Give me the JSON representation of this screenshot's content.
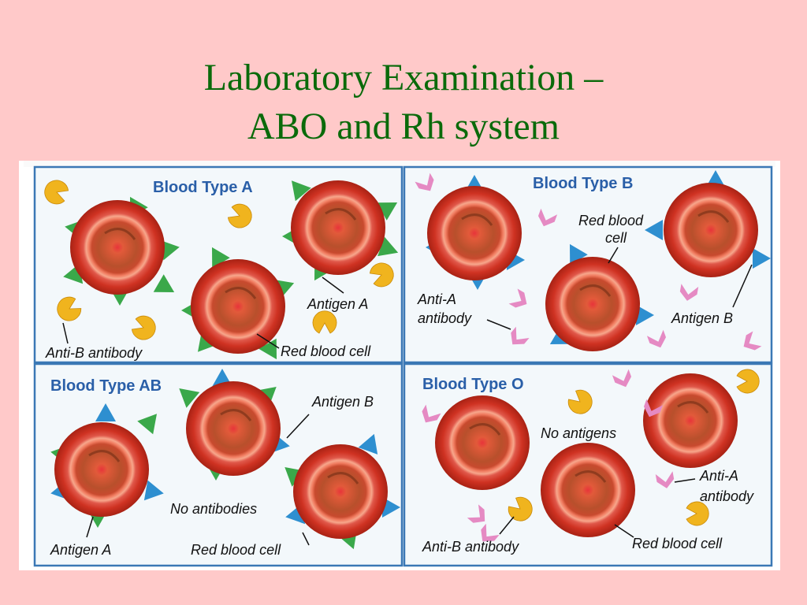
{
  "slide": {
    "title_line1": "Laboratory Examination –",
    "title_line2": "ABO and Rh system"
  },
  "panels": {
    "a": {
      "title": "Blood Type A",
      "antigen_label": "Antigen A",
      "rbc_label": "Red blood cell",
      "antibody_label": "Anti-B antibody"
    },
    "b": {
      "title": "Blood Type B",
      "rbc_label_1": "Red blood",
      "rbc_label_2": "cell",
      "antibody_label_1": "Anti-A",
      "antibody_label_2": "antibody",
      "antigen_label": "Antigen B"
    },
    "ab": {
      "title": "Blood Type AB",
      "antigen_b_label": "Antigen B",
      "no_antibodies_label": "No antibodies",
      "antigen_a_label": "Antigen A",
      "rbc_label": "Red blood cell"
    },
    "o": {
      "title": "Blood Type O",
      "no_antigens_label": "No antigens",
      "antibody_a_label_1": "Anti-A",
      "antibody_a_label_2": "antibody",
      "antibody_b_label": "Anti-B antibody",
      "rbc_label": "Red blood cell"
    }
  },
  "colors": {
    "title": "#0a6a0a",
    "panel_title": "#2a5fa8",
    "panel_border": "#3b78b5",
    "panel_fill": "#f3f8fb",
    "antigen_a": "#3aa84a",
    "antigen_b": "#2e8fd0",
    "anti_a_antibody": "#e58ac3",
    "anti_b_antibody": "#f0b41e",
    "red_blood_cell": "#c8301c"
  }
}
